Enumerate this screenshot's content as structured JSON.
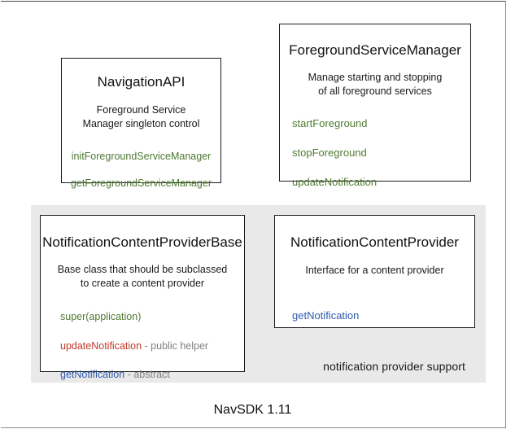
{
  "diagram": {
    "footer_label": "NavSDK 1.11",
    "group": {
      "caption": "notification provider support"
    },
    "colors": {
      "method_green": "#4f7a31",
      "method_blue": "#2f5bad",
      "method_red": "#c0392b",
      "note_gray": "#808080",
      "panel_gray": "#e9e9e9",
      "box_border": "#1b1b1b"
    },
    "boxes": {
      "navigation_api": {
        "title": "NavigationAPI",
        "description_line1": "Foreground Service",
        "description_line2": "Manager singleton control",
        "methods": [
          {
            "name": "initForegroundServiceManager",
            "note": ""
          },
          {
            "name": "getForegroundServiceManager",
            "note": ""
          }
        ]
      },
      "foreground_service_manager": {
        "title": "ForegroundServiceManager",
        "description_line1": "Manage starting and stopping",
        "description_line2": "of all foreground services",
        "methods": [
          {
            "name": "startForeground",
            "note": ""
          },
          {
            "name": "stopForeground",
            "note": ""
          },
          {
            "name": "updateNotification",
            "note": ""
          }
        ]
      },
      "notification_content_provider_base": {
        "title": "NotificationContentProviderBase",
        "description_line1": "Base class that should be subclassed",
        "description_line2": "to create a content provider",
        "methods": [
          {
            "name": "super(application)",
            "note": ""
          },
          {
            "name": "updateNotification",
            "note": " - public helper"
          },
          {
            "name": "getNotification",
            "note": " - abstract"
          }
        ]
      },
      "notification_content_provider": {
        "title": "NotificationContentProvider",
        "description_line1": "Interface for a content provider",
        "description_line2": "",
        "methods": [
          {
            "name": "getNotification",
            "note": ""
          }
        ]
      }
    }
  }
}
